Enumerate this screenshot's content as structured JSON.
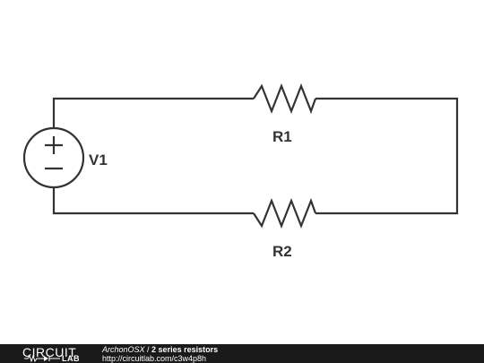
{
  "diagram": {
    "components": [
      {
        "id": "V1",
        "type": "voltage-source",
        "label": "V1"
      },
      {
        "id": "R1",
        "type": "resistor",
        "label": "R1"
      },
      {
        "id": "R2",
        "type": "resistor",
        "label": "R2"
      }
    ]
  },
  "footer": {
    "logo_word": "CIRCUIT",
    "logo_sub": "LAB",
    "author": "ArchonOSX",
    "separator": " / ",
    "title": "2 series resistors",
    "url": "http://circuitlab.com/c3w4p8h"
  },
  "colors": {
    "wire": "#333333",
    "footer_bg": "#1a1a1a",
    "footer_text": "#ffffff"
  }
}
